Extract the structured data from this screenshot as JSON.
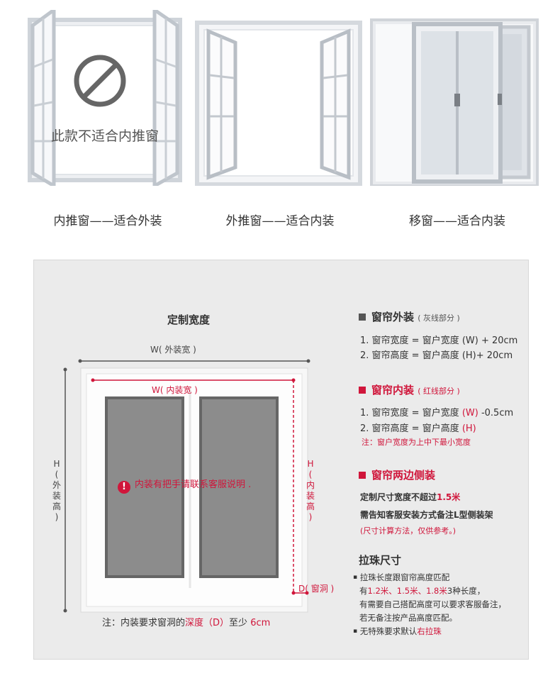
{
  "top_windows": [
    {
      "overlay_text": "此款不适合内推窗",
      "caption": "内推窗——适合外装",
      "icon": "no-entry-icon"
    },
    {
      "caption": "外推窗——适合内装"
    },
    {
      "caption": "移窗——适合内装"
    }
  ],
  "diagram": {
    "title": "定制宽度",
    "outer_width_label": "W( 外装宽 )",
    "inner_width_label": "W( 内装宽 )",
    "outer_height_label": [
      "H",
      "(",
      "外",
      "装",
      "高",
      ")"
    ],
    "inner_height_label": [
      "H",
      "(",
      "内",
      "装",
      "高",
      ")"
    ],
    "depth_label": "D( 窗洞 )",
    "warning_text": "内装有把手请联系客服说明 .",
    "bottom_note_prefix": "注：内装要求窗洞的",
    "bottom_note_red": "深度（D）",
    "bottom_note_mid": "至少",
    "bottom_note_value": "6cm",
    "colors": {
      "red": "#d0163b",
      "gray": "#555555"
    }
  },
  "outer_install": {
    "title": "窗帘外装",
    "sub": "( 灰线部分 )",
    "line1": "1. 窗帘宽度 = 窗户宽度 (W) + 20cm",
    "line2": "2. 窗帘高度 = 窗户高度 (H)+ 20cm"
  },
  "inner_install": {
    "title": "窗帘内装",
    "sub": "( 红线部分 )",
    "line1_a": "1. 窗帘宽度 = 窗户宽度 ",
    "line1_b": "(W)",
    "line1_c": " -0.5cm",
    "line2_a": "2. 窗帘高度 = 窗户高度 ",
    "line2_b": "(H)",
    "note": "注：窗户宽度为上中下最小宽度"
  },
  "side_install": {
    "title": "窗帘两边侧装",
    "line1_a": "定制尺寸宽度不超过",
    "line1_b": "1.5米",
    "line2": "需告知客服安装方式备注L型侧装架",
    "line3": "(尺寸计算方法，仅供参考。)"
  },
  "pull_bead": {
    "title": "拉珠尺寸",
    "b1": "拉珠长度跟窗帘高度匹配",
    "b2_a": "有",
    "b2_b": "1.2米、1.5米、1.8米",
    "b2_c": "3种长度，",
    "b3": "有需要自己搭配高度可以要求客服备注，",
    "b4": "若无备注按产品高度匹配。",
    "b5_a": "无特殊要求默认",
    "b5_b": "右拉珠"
  }
}
